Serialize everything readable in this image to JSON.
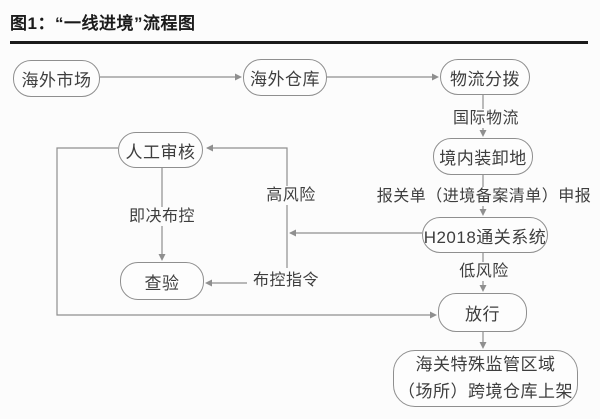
{
  "figure": {
    "title": "图1：“一线进境”流程图"
  },
  "nodes": {
    "overseas_market": {
      "label": "海外市场"
    },
    "overseas_warehouse": {
      "label": "海外仓库"
    },
    "logistics_distribution": {
      "label": "物流分拨"
    },
    "domestic_unloading": {
      "label": "境内装卸地"
    },
    "h2018_system": {
      "label": "H2018通关系统"
    },
    "manual_review": {
      "label": "人工审核"
    },
    "inspection": {
      "label": "查验"
    },
    "release": {
      "label": "放行"
    },
    "bonded_warehouse": {
      "label_line1": "海关特殊监管区域",
      "label_line2": "（场所）跨境仓库上架"
    }
  },
  "edge_labels": {
    "international_logistics": "国际物流",
    "customs_declaration": "报关单（进境备案清单）申报",
    "high_risk": "高风险",
    "low_risk": "低风险",
    "summary_control": "即决布控",
    "control_instruction": "布控指令"
  },
  "colors": {
    "background": "#fcfcfc",
    "node_fill": "#fdfdfd",
    "line": "#8f8f8f",
    "text": "#3e3e3e",
    "title": "#1b1b1b"
  }
}
